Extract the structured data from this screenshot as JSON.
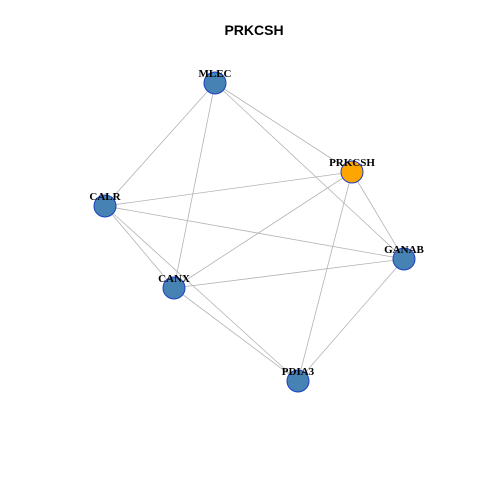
{
  "title": "PRKCSH",
  "colors": {
    "node_default": "#4682b4",
    "node_highlight": "#ffa500",
    "node_border": "#1a3fc4",
    "edge": "#b3b3b3"
  },
  "nodes": [
    {
      "id": "MLEC",
      "label": "MLEC",
      "highlight": false
    },
    {
      "id": "PRKCSH",
      "label": "PRKCSH",
      "highlight": true
    },
    {
      "id": "CALR",
      "label": "CALR",
      "highlight": false
    },
    {
      "id": "GANAB",
      "label": "GANAB",
      "highlight": false
    },
    {
      "id": "CANX",
      "label": "CANX",
      "highlight": false
    },
    {
      "id": "PDIA3",
      "label": "PDIA3",
      "highlight": false
    }
  ],
  "edges": [
    [
      "MLEC",
      "PRKCSH"
    ],
    [
      "MLEC",
      "CALR"
    ],
    [
      "MLEC",
      "GANAB"
    ],
    [
      "MLEC",
      "CANX"
    ],
    [
      "PRKCSH",
      "CALR"
    ],
    [
      "PRKCSH",
      "GANAB"
    ],
    [
      "PRKCSH",
      "CANX"
    ],
    [
      "PRKCSH",
      "PDIA3"
    ],
    [
      "CALR",
      "GANAB"
    ],
    [
      "CALR",
      "CANX"
    ],
    [
      "CALR",
      "PDIA3"
    ],
    [
      "GANAB",
      "CANX"
    ],
    [
      "GANAB",
      "PDIA3"
    ],
    [
      "CANX",
      "PDIA3"
    ]
  ]
}
